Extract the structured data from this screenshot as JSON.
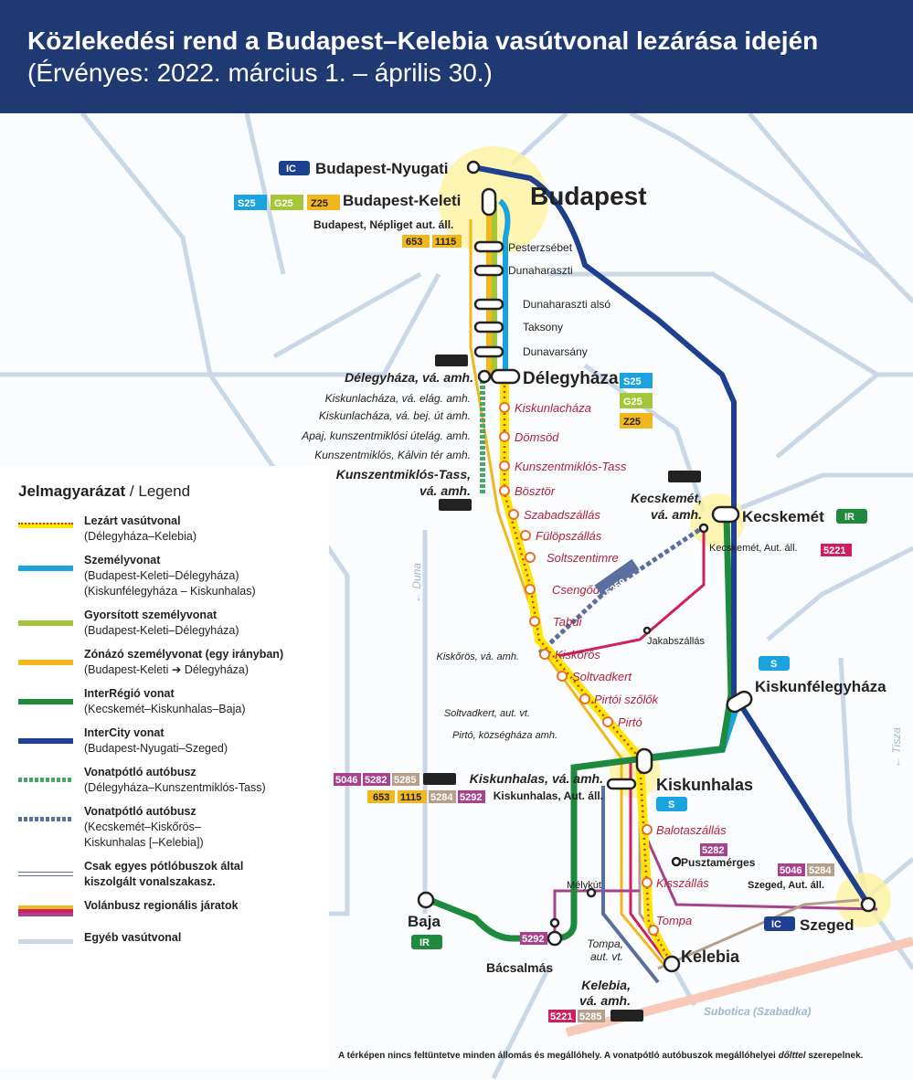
{
  "header": {
    "title": "Közlekedési rend a Budapest–Kelebia vasútvonal lezárása idején",
    "subtitle": "(Érvényes: 2022. március 1. – április 30.)"
  },
  "colors": {
    "header": "#1f3a73",
    "closed": "#ffe600",
    "s": "#1aa3dc",
    "g": "#a5c639",
    "z": "#f1b71c",
    "ir": "#1e8a3e",
    "ic": "#1f3f8f",
    "bus": "#cf1f5d",
    "other_rail": "#c9d7e6"
  },
  "cities": {
    "budapest": "Budapest",
    "kecskemet": "Kecskemét",
    "kiskunfelegyhaza": "Kiskunfélegyháza",
    "kiskunhalas": "Kiskunhalas",
    "szeged": "Szeged",
    "baja": "Baja",
    "kelebia": "Kelebia",
    "bacsalmas": "Bácsalmás",
    "delegyhaza": "Délegyháza"
  },
  "stations": {
    "nyugati": "Budapest-Nyugati",
    "keleti": "Budapest-Keleti",
    "nepliget": "Budapest, Népliget aut. áll.",
    "pesterzsebet": "Pesterzsébet",
    "dunaharaszti": "Dunaharaszti",
    "dunaharaszti_also": "Dunaharaszti alsó",
    "taksony": "Taksony",
    "dunavarsany": "Dunavarsány",
    "jakabszallas": "Jakabszállás",
    "kecskemet_bus": "Kecskemét, Aut. áll.",
    "kecskemet_amh": "Kecskemét,\nvá. amh.",
    "pusztamerges": "Pusztamérges",
    "melykut": "Mélykút",
    "szeged_bus": "Szeged, Aut. áll.",
    "subotica": "Subotica (Szabadka)",
    "duna": "← Duna",
    "tisza": "← Tisza"
  },
  "replacement_stops": [
    "Délegyháza, vá. amh.",
    "Kiskunlacháza, vá. elág. amh.",
    "Kiskunlacháza, vá. bej. út amh.",
    "Apaj, kunszentmiklósi útelág. amh.",
    "Kunszentmiklós, Kálvin tér amh.",
    "Kunszentmiklós-Tass,",
    "vá. amh.",
    "Kiskőrös, vá. amh.",
    "Soltvadkert, aut. vt.",
    "Pirtó, községháza amh.",
    "Kiskunhalas, vá. amh.",
    "Kiskunhalas, Aut. áll.",
    "Tompa,",
    "aut. vt.",
    "Kelebia,",
    "vá. amh."
  ],
  "closed_stations": [
    "Kiskunlacháza",
    "Dömsöd",
    "Kunszentmiklós-Tass",
    "Bösztör",
    "Szabadszállás",
    "Fülöpszállás",
    "Soltszentimre",
    "Csengőd",
    "Tabdi",
    "Kiskőrös",
    "Soltvadkert",
    "Pirtói szőlők",
    "Pirtó",
    "Balotaszállás",
    "Kisszállás",
    "Tompa"
  ],
  "badges": {
    "s25": "S25",
    "g25": "G25",
    "z25": "Z25",
    "b653": "653",
    "b1115": "1115",
    "b5221": "5221",
    "b5250": "5250",
    "b5046": "5046",
    "b5282": "5282",
    "b5285": "5285",
    "b5284": "5284",
    "b5292": "5292",
    "ic": "IC",
    "ir": "IR",
    "s": "S"
  },
  "legend": {
    "title": "Jelmagyarázat",
    "title_en": "/ Legend",
    "items": [
      {
        "name": "Lezárt vasútvonal",
        "sub": "(Délegyháza–Kelebia)"
      },
      {
        "name": "Személyvonat",
        "sub": "(Budapest-Keleti–Délegyháza)",
        "sub2": "(Kiskunfélegyháza – Kiskunhalas)"
      },
      {
        "name": "Gyorsított személyvonat",
        "sub": "(Budapest-Keleti–Délegyháza)"
      },
      {
        "name": "Zónázó személyvonat (egy irányban)",
        "sub": "(Budapest-Keleti ➔ Délegyháza)"
      },
      {
        "name": "InterRégió vonat",
        "sub": "(Kecskemét–Kiskunhalas–Baja)"
      },
      {
        "name": "InterCity vonat",
        "sub": "(Budapest-Nyugati–Szeged)"
      },
      {
        "name": "Vonatpótló autóbusz",
        "sub": "(Délegyháza–Kunszentmiklós-Tass)"
      },
      {
        "name": "Vonatpótló autóbusz",
        "sub": "(Kecskemét–Kiskőrös–",
        "sub2": "Kiskunhalas [–Kelebia])"
      },
      {
        "name": "Csak egyes pótlóbuszok által",
        "sub_bold": "kiszolgált vonalszakasz."
      },
      {
        "name": "Volánbusz regionális járatok"
      },
      {
        "name": "Egyéb vasútvonal"
      }
    ]
  },
  "footnote": {
    "pre": "A térképen nincs feltüntetve minden állomás és megállóhely. A vonatpótló autóbuszok megállóhelyei ",
    "italic": "dőlttel",
    "post": " szerepelnek."
  }
}
